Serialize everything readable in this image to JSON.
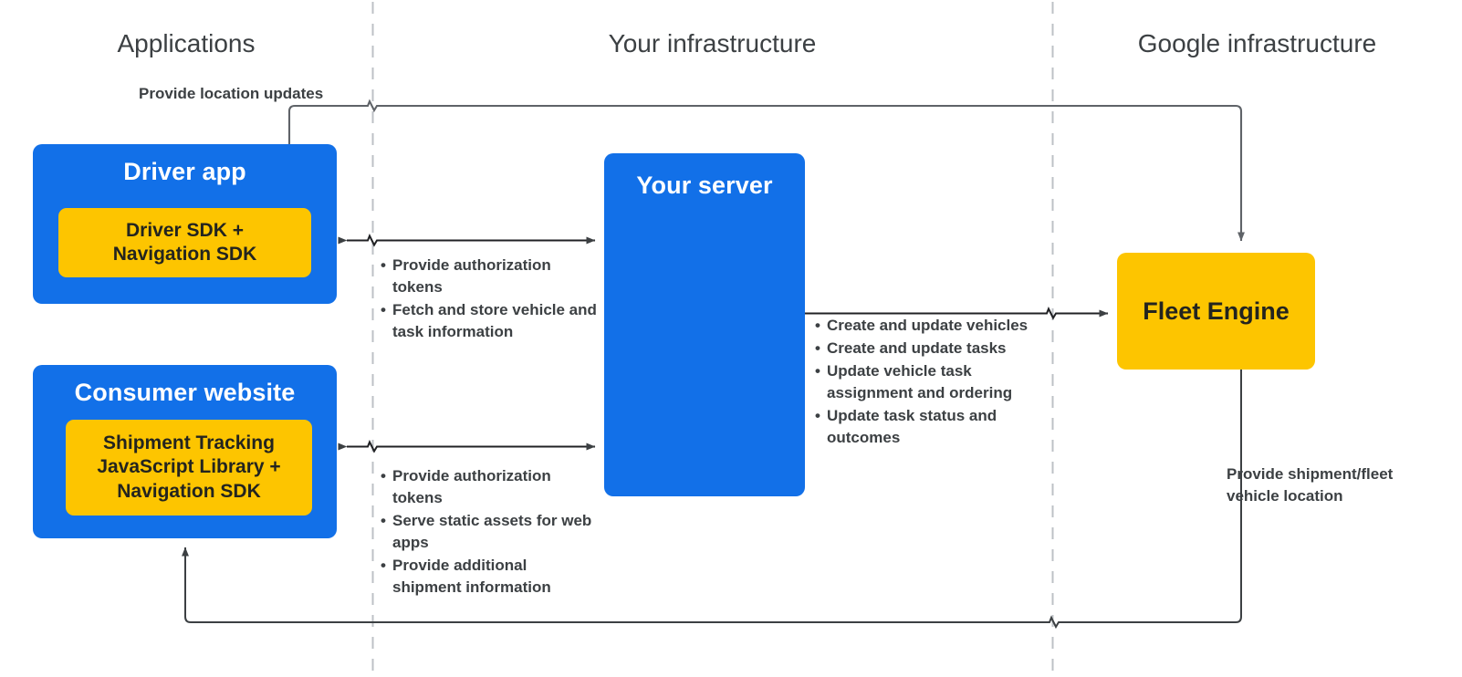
{
  "diagram": {
    "title": "Fleet Engine architecture overview",
    "colors": {
      "blue": "#1270e8",
      "yellow": "#fdc500",
      "text_dark": "#3c4043",
      "divider": "#bdc1c6",
      "connector": "#3c4043"
    },
    "columns": [
      {
        "id": "applications",
        "label": "Applications"
      },
      {
        "id": "your-infrastructure",
        "label": "Your infrastructure"
      },
      {
        "id": "google-infrastructure",
        "label": "Google infrastructure"
      }
    ],
    "nodes": {
      "driver_app": {
        "title": "Driver app",
        "inner": "Driver SDK +\nNavigation SDK",
        "inner_lines": [
          "Driver SDK +",
          "Navigation SDK"
        ]
      },
      "consumer_website": {
        "title": "Consumer website",
        "inner_lines": [
          "Shipment Tracking",
          "JavaScript Library  +",
          "Navigation SDK"
        ]
      },
      "your_server": {
        "title": "Your server"
      },
      "fleet_engine": {
        "title": "Fleet Engine"
      }
    },
    "annotations": {
      "location_updates": "Provide location updates",
      "driver_to_server": [
        "Provide authorization tokens",
        "Fetch and store vehicle and task information"
      ],
      "consumer_to_server": [
        "Provide authorization tokens",
        "Serve static assets for web apps",
        "Provide additional shipment information"
      ],
      "server_to_fleet_engine": [
        "Create and update vehicles",
        "Create and update tasks",
        "Update vehicle task assignment and ordering",
        "Update task status and outcomes"
      ],
      "fleet_engine_to_consumer": "Provide shipment/fleet vehicle location"
    },
    "edges": [
      {
        "id": "driver-sdk-to-fleet-engine",
        "from": "driver_app",
        "to": "fleet_engine",
        "label": "Provide location updates",
        "direction": "one-way"
      },
      {
        "id": "driver-app-to-your-server",
        "from": "driver_app",
        "to": "your_server",
        "direction": "two-way"
      },
      {
        "id": "consumer-website-to-your-server",
        "from": "consumer_website",
        "to": "your_server",
        "direction": "two-way"
      },
      {
        "id": "your-server-to-fleet-engine",
        "from": "your_server",
        "to": "fleet_engine",
        "direction": "one-way"
      },
      {
        "id": "fleet-engine-to-consumer-website",
        "from": "fleet_engine",
        "to": "consumer_website",
        "label": "Provide shipment/fleet vehicle location",
        "direction": "one-way"
      }
    ]
  }
}
